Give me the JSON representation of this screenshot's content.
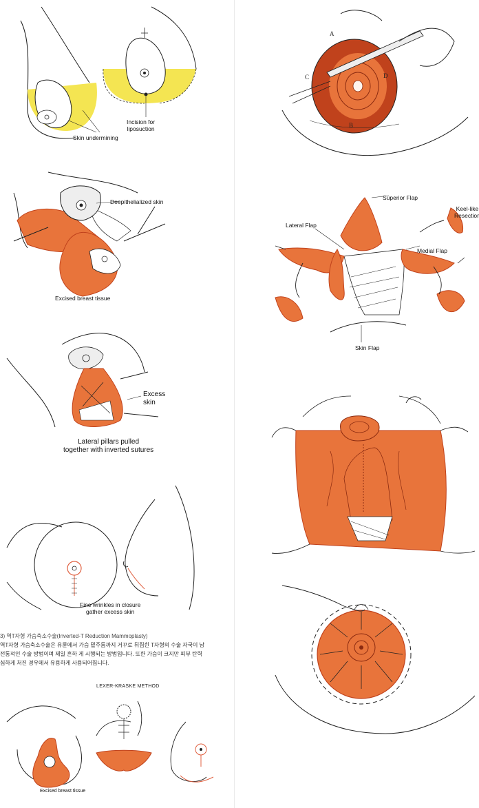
{
  "colors": {
    "tissue": "#e8743b",
    "tissue_dark": "#c0421c",
    "yellow": "#f4e552",
    "line": "#222222",
    "red_line": "#e06040",
    "divider": "#e9e9e9"
  },
  "left_column": {
    "panel1": {
      "skin_undermining": "Skin undermining",
      "incision": "Incision for\nliposuction"
    },
    "panel2": {
      "deepithelialized": "Deepithelialized skin",
      "excised": "Excised breast tissue"
    },
    "panel3": {
      "excess_skin": "Excess\nskin",
      "lateral_pillars": "Lateral pillars pulled\ntogether with inverted sutures"
    },
    "panel4": {
      "fine_wrinkles": "Fine wrinkles in closure\ngather excess skin"
    },
    "korean_text": {
      "title": "3) 역T자형 가슴축소수술(Inverted-T Reduction Mammoplasty)",
      "line1": "역T자형 가슴축소수술은 유륜에서 가슴 밑주름까지 거꾸로 뒤집힌 T자형의 수술 자국이 남",
      "line2": "전통적인 수술 방법이며 제일 흔하 게 시행되는 방법입니다. 또한 가슴이 크지만 피부 탄력",
      "line3": "심하게 처진 경우에서 유용하게 사용되어집니다."
    },
    "panel5": {
      "method": "LEXER-KRASKE METHOD",
      "excised": "Excised breast tissue"
    }
  },
  "right_column": {
    "panel1": {
      "letters": [
        "A",
        "B",
        "C",
        "D"
      ]
    },
    "panel2": {
      "superior_flap": "Superior Flap",
      "keel": "Keel-like\nResection",
      "lateral_flap": "Lateral Flap",
      "medial_flap": "Medial Flap",
      "skin_flap": "Skin Flap"
    }
  }
}
